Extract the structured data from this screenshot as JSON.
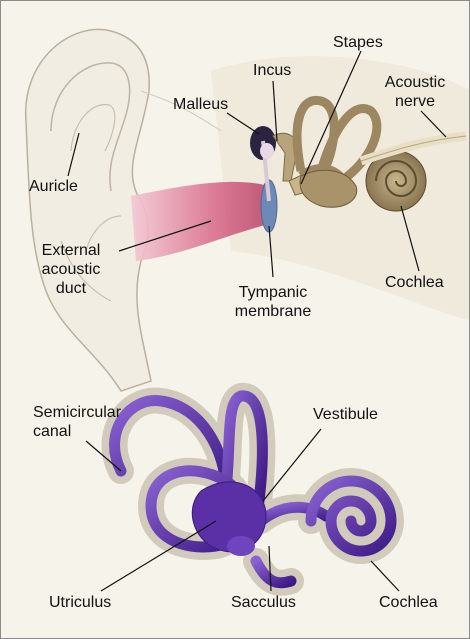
{
  "upper": {
    "auricle": "Auricle",
    "external_line1": "External",
    "external_line2": "acoustic",
    "external_line3": "duct",
    "malleus": "Malleus",
    "incus": "Incus",
    "stapes": "Stapes",
    "acoustic_line1": "Acoustic",
    "acoustic_line2": "nerve",
    "tympanic_line1": "Tympanic",
    "tympanic_line2": "membrane",
    "cochlea": "Cochlea"
  },
  "lower": {
    "semicircular_line1": "Semicircular",
    "semicircular_line2": "canal",
    "vestibule": "Vestibule",
    "utriculus": "Utriculus",
    "sacculus": "Sacculus",
    "cochlea": "Cochlea"
  },
  "colors": {
    "skin": "#f1ede2",
    "duct_pink": "#d9708e",
    "bone_tan": "#9c8760",
    "membrane_blue": "#6f89b6",
    "labyrinth_purple": "#5b2fa6",
    "halo_gray": "#c9c2b2"
  }
}
